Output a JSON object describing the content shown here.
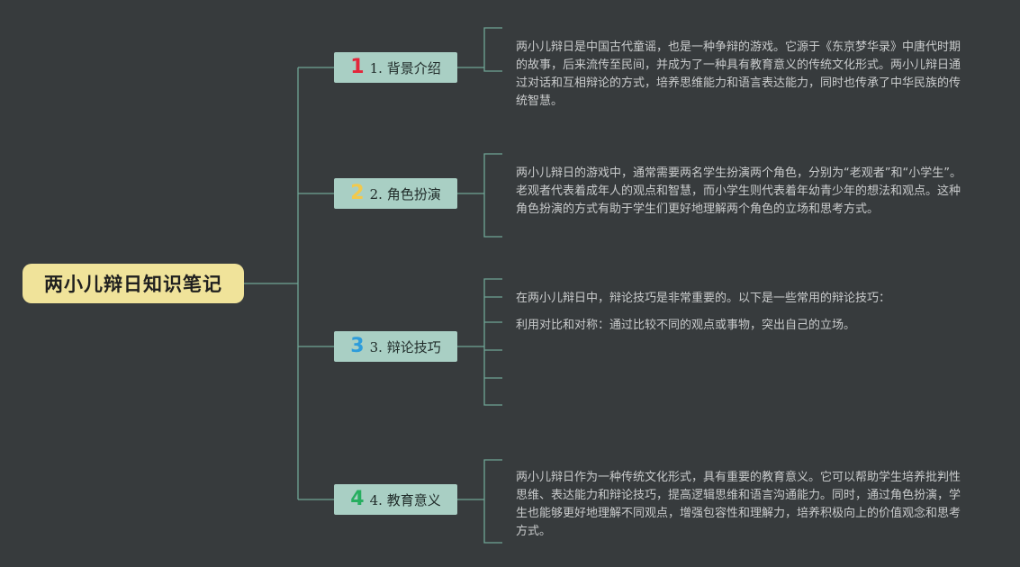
{
  "root": {
    "label": "两小儿辩日知识笔记"
  },
  "branches": [
    {
      "number": "1",
      "number_color": "#e3263a",
      "label": "1. 背景介绍",
      "leaves": [
        "两小儿辩日是中国古代童谣，也是一种争辩的游戏。它源于《东京梦华录》中唐代时期的故事，后来流传至民间，并成为了一种具有教育意义的传统文化形式。两小儿辩日通过对话和互相辩论的方式，培养思维能力和语言表达能力，同时也传承了中华民族的传统智慧。"
      ]
    },
    {
      "number": "2",
      "number_color": "#f2c94c",
      "label": "2. 角色扮演",
      "leaves": [
        "两小儿辩日的游戏中，通常需要两名学生扮演两个角色，分别为“老观者”和“小学生”。老观者代表着成年人的观点和智慧，而小学生则代表着年幼青少年的想法和观点。这种角色扮演的方式有助于学生们更好地理解两个角色的立场和思考方式。"
      ]
    },
    {
      "number": "3",
      "number_color": "#2d9cdb",
      "label": "3. 辩论技巧",
      "leaves": [
        "在两小儿辩日中，辩论技巧是非常重要的。以下是一些常用的辩论技巧：",
        "利用对比和对称：通过比较不同的观点或事物，突出自己的立场。"
      ]
    },
    {
      "number": "4",
      "number_color": "#27ae60",
      "label": "4. 教育意义",
      "leaves": [
        "两小儿辩日作为一种传统文化形式，具有重要的教育意义。它可以帮助学生培养批判性思维、表达能力和辩论技巧，提高逻辑思维和语言沟通能力。同时，通过角色扮演，学生也能够更好地理解不同观点，增强包容性和理解力，培养积极向上的价值观念和思考方式。"
      ]
    }
  ],
  "colors": {
    "background": "#373b3d",
    "connector": "#6fa596",
    "root_fill": "#f0e39a",
    "branch_fill": "#a9cfc4",
    "leaf_text": "#c9cbcc"
  }
}
